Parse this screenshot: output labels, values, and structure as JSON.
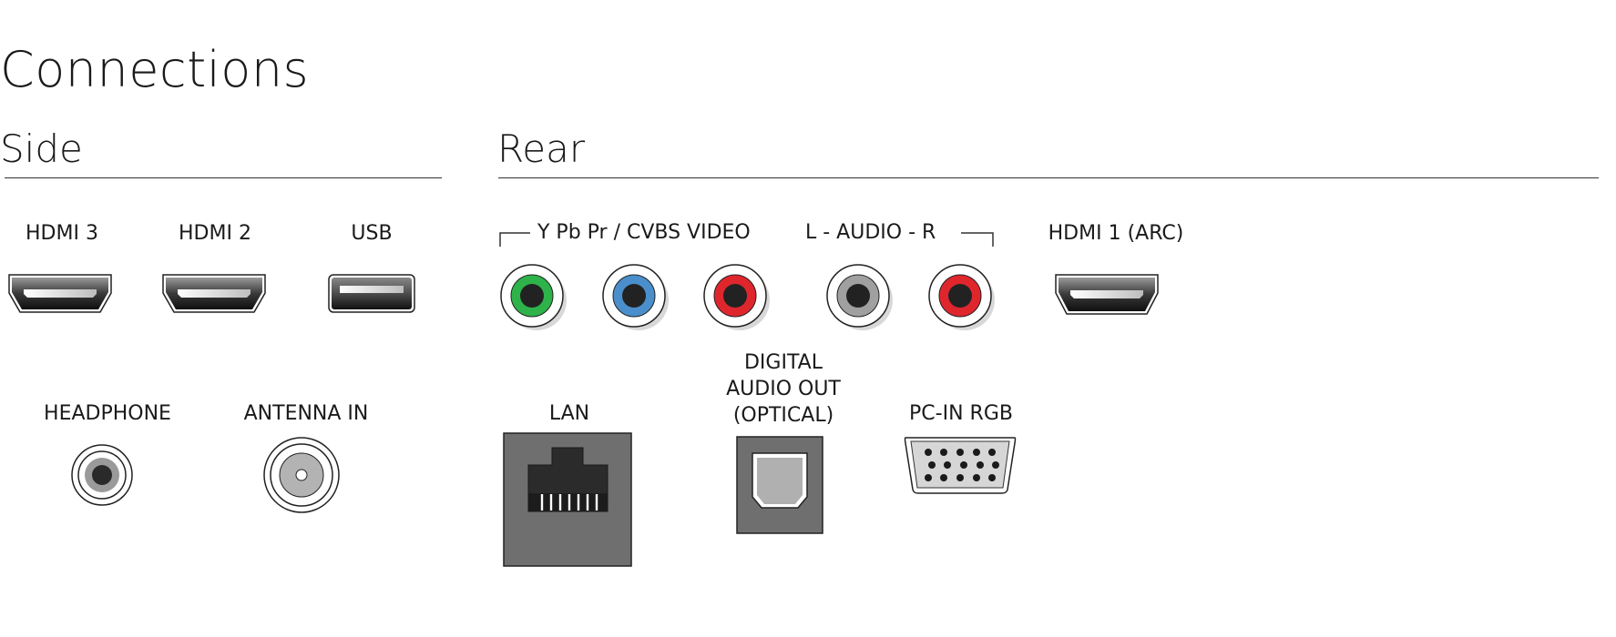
{
  "title": "Connections",
  "sections": {
    "side": "Side",
    "rear": "Rear"
  },
  "side_ports": {
    "hdmi3": "HDMI 3",
    "hdmi2": "HDMI 2",
    "usb": "USB",
    "headphone": "HEADPHONE",
    "antenna": "ANTENNA IN"
  },
  "rear_ports": {
    "component_group": "Y Pb Pr / CVBS VIDEO",
    "audio_group": "L - AUDIO - R",
    "hdmi1": "HDMI 1 (ARC)",
    "lan": "LAN",
    "optical_line1": "DIGITAL",
    "optical_line2": "AUDIO OUT",
    "optical_line3": "(OPTICAL)",
    "pc_in": "PC-IN RGB"
  },
  "colors": {
    "green_jack": "#2eb24a",
    "blue_jack": "#4a8fcb",
    "red_jack": "#e0262d",
    "white_jack": "#a0a0a0",
    "port_body": "#6f6f6f"
  }
}
